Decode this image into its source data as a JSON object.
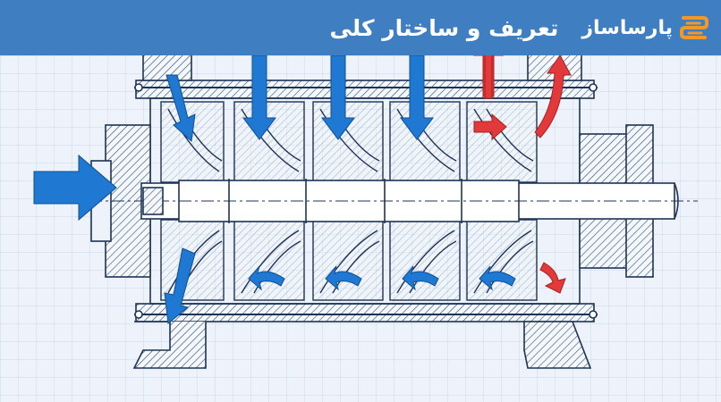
{
  "header": {
    "title": "تعریف و ساختار کلی",
    "brand_name": "پارساساز",
    "logo_icon": "parsasaz-logo-icon"
  },
  "colors": {
    "header_bg": "#3f7fc1",
    "grid_bg": "#eef3fb",
    "grid_line": "#c9d7ea",
    "line": "#1d3356",
    "hatch": "#2c4a74",
    "flow_in": "#1f78d1",
    "flow_out": "#e23a3a",
    "logo": "#f0992a"
  },
  "diagram": {
    "subject": "multistage-centrifugal-pump-cross-section",
    "impeller_stages": 5,
    "arrow_legend": [
      "flow-in-arrow",
      "flow-out-arrow"
    ]
  }
}
